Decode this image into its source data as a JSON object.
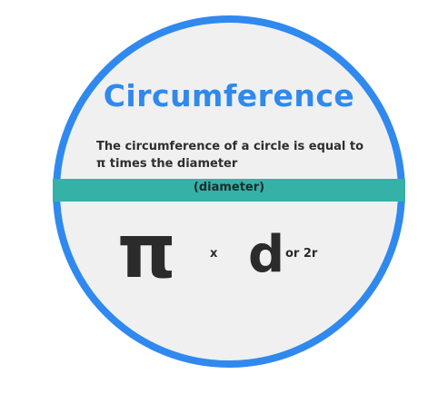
{
  "title": "Circumference",
  "description": "The circumference of a circle is equal to π times the diameter",
  "band_label": "(diameter)",
  "formula": {
    "pi": "π",
    "times": "x",
    "d": "d",
    "alt": "or 2r"
  },
  "colors": {
    "ring": "#2f89ee",
    "fill": "#f0f0f0",
    "band": "#35b1a8",
    "title": "#2f89ee",
    "text": "#2b2b2b"
  }
}
